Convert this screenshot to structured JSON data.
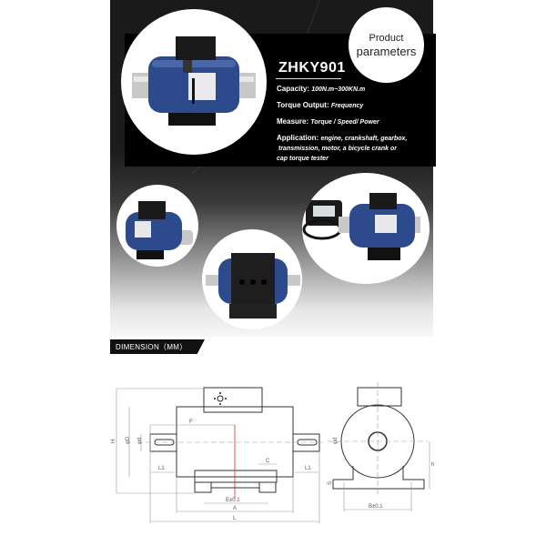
{
  "badge": {
    "line1": "Product",
    "line2": "parameters"
  },
  "product": {
    "model": "ZHKY901",
    "specs": [
      {
        "label": "Capacity:",
        "value": "100N.m~300KN.m"
      },
      {
        "label": "Torque Output:",
        "value": "Frequency"
      },
      {
        "label": "Measure:",
        "value": "Torque / Speed/ Power"
      },
      {
        "label": "Application:",
        "value": "engine, crankshaft, gearbox,"
      }
    ],
    "application_cont": [
      "transmission, motor, a bicycle crank or",
      "cap torque tester"
    ]
  },
  "photos": [
    {
      "name": "sensor-front-view"
    },
    {
      "name": "sensor-angled-view"
    },
    {
      "name": "sensor-base-view"
    },
    {
      "name": "sensor-with-display"
    }
  ],
  "dimension": {
    "title": "DIMENSION（MM）",
    "labels": {
      "H": "H",
      "D": "φD",
      "d": "φd",
      "F": "F",
      "L1": "L1",
      "C": "C",
      "E": "E±0.1",
      "A": "A",
      "L": "L",
      "d_side": "φd",
      "S": "S",
      "h": "h",
      "B": "B±0.1"
    }
  },
  "colors": {
    "panel_dark": "#1a1a1a",
    "sensor_blue": "#2c4a8c",
    "dim_red": "#d03030"
  }
}
